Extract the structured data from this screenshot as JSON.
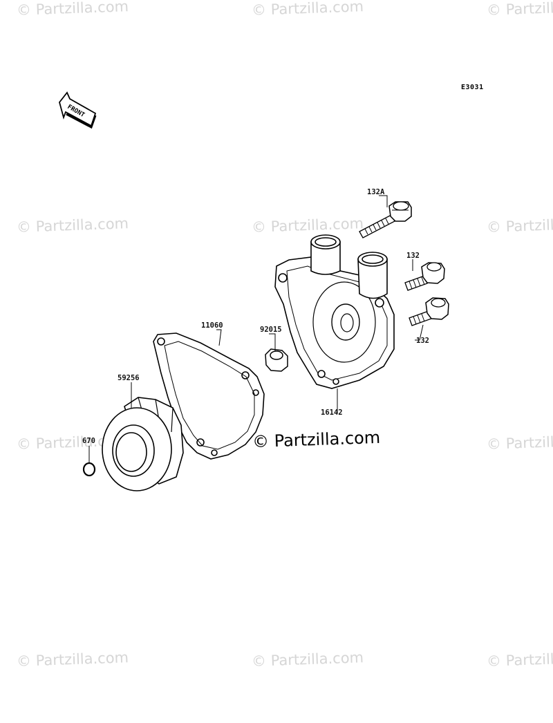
{
  "diagram_code": "E3031",
  "front_label": "FRONT",
  "watermark": "© Partzilla.com",
  "copyright": "© Partzilla.com",
  "parts": [
    {
      "id": "p-132a",
      "number": "132A"
    },
    {
      "id": "p-132-upper",
      "number": "132"
    },
    {
      "id": "p-132-lower",
      "number": "132"
    },
    {
      "id": "p-92015",
      "number": "92015"
    },
    {
      "id": "p-11060",
      "number": "11060"
    },
    {
      "id": "p-16142",
      "number": "16142"
    },
    {
      "id": "p-59256",
      "number": "59256"
    },
    {
      "id": "p-670",
      "number": "670"
    }
  ]
}
